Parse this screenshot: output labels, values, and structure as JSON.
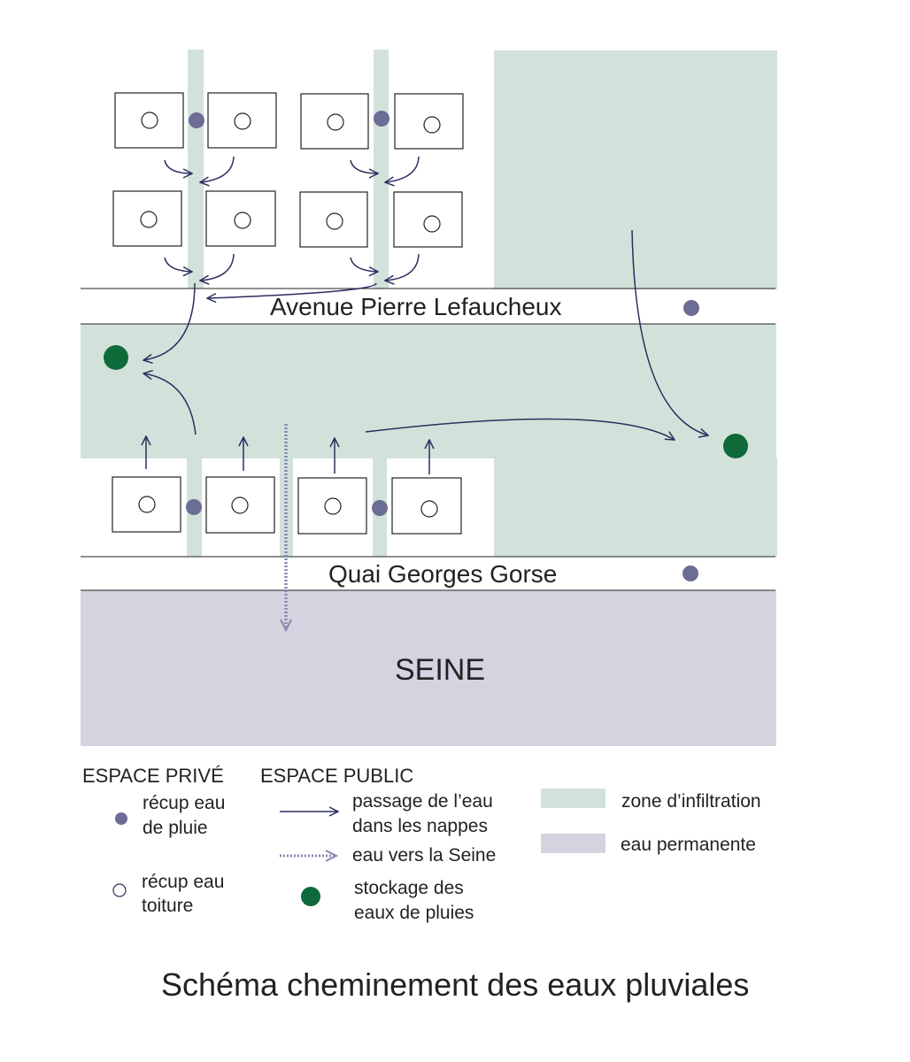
{
  "streets": {
    "avenue": "Avenue Pierre Lefaucheux",
    "quai": "Quai Georges Gorse"
  },
  "river_label": "SEINE",
  "legend": {
    "private_header": "ESPACE PRIVÉ",
    "public_header": "ESPACE PUBLIC",
    "rain_recup": [
      "récup eau",
      "de pluie"
    ],
    "roof_recup": [
      "récup eau",
      "toiture"
    ],
    "groundwater_passage": [
      "passage de l’eau",
      "dans les nappes"
    ],
    "water_to_seine": "eau vers  la Seine",
    "storage": [
      "stockage des",
      "eaux de pluies"
    ],
    "infiltration_zone": "zone d’infiltration",
    "permanent_water": "eau permanente"
  },
  "title": "Schéma cheminement des eaux pluviales",
  "colors": {
    "infiltration": "#d2e2da",
    "permanent_water": "#d5d3e0",
    "rain_dot": "#6b6d95",
    "storage_dot": "#0f6a3a",
    "flow_arrow": "#2b2f5e",
    "seine_arrow": "#8a88b0"
  }
}
